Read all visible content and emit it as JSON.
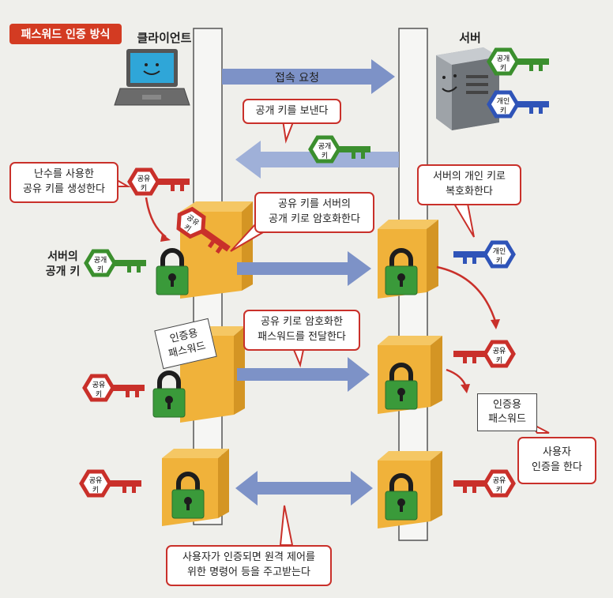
{
  "title": "패스워드 인증 방식",
  "actors": {
    "client": "클라이언트",
    "server": "서버"
  },
  "keys": {
    "public_line1": "공개",
    "public_line2": "키",
    "private_line1": "개인",
    "private_line2": "키",
    "shared_line1": "공유",
    "shared_line2": "키"
  },
  "flow": {
    "connect_request": "접속 요청",
    "send_public_key": "공개 키를 보낸다",
    "server_public_key_line1": "서버의",
    "server_public_key_line2": "공개 키"
  },
  "callouts": {
    "gen_shared_line1": "난수를 사용한",
    "gen_shared_line2": "공유 키를 생성한다",
    "encrypt_shared_line1": "공유 키를 서버의",
    "encrypt_shared_line2": "공개 키로 암호화한다",
    "decrypt_line1": "서버의 개인 키로",
    "decrypt_line2": "복호화한다",
    "send_password_line1": "공유 키로 암호화한",
    "send_password_line2": "패스워드를 전달한다",
    "authenticate_line1": "사용자",
    "authenticate_line2": "인증을 한다",
    "exchange_line1": "사용자가 인증되면 원격 제어를",
    "exchange_line2": "위한 명령어 등을 주고받는다"
  },
  "notes": {
    "password_client_line1": "인증용",
    "password_client_line2": "패스워드",
    "password_server_line1": "인증용",
    "password_server_line2": "패스워드"
  },
  "colors": {
    "green_key": "#3b8f2e",
    "blue_key": "#2f54b8",
    "red_key": "#c9302a",
    "arrow": "#7d92c7",
    "box": "#f0b23a",
    "lock": "#3a9a3a",
    "callout_border": "#c9302a",
    "title_bg": "#d33b22"
  }
}
